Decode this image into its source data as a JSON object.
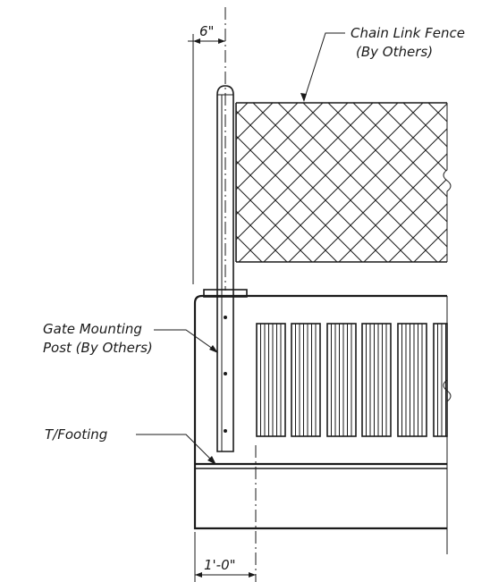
{
  "labels": {
    "dim_top": "6\"",
    "fence_line1": "Chain Link Fence",
    "fence_line2": "(By Others)",
    "post_line1": "Gate Mounting",
    "post_line2": "Post (By Others)",
    "footing": "T/Footing",
    "dim_bottom": "1'-0\""
  }
}
